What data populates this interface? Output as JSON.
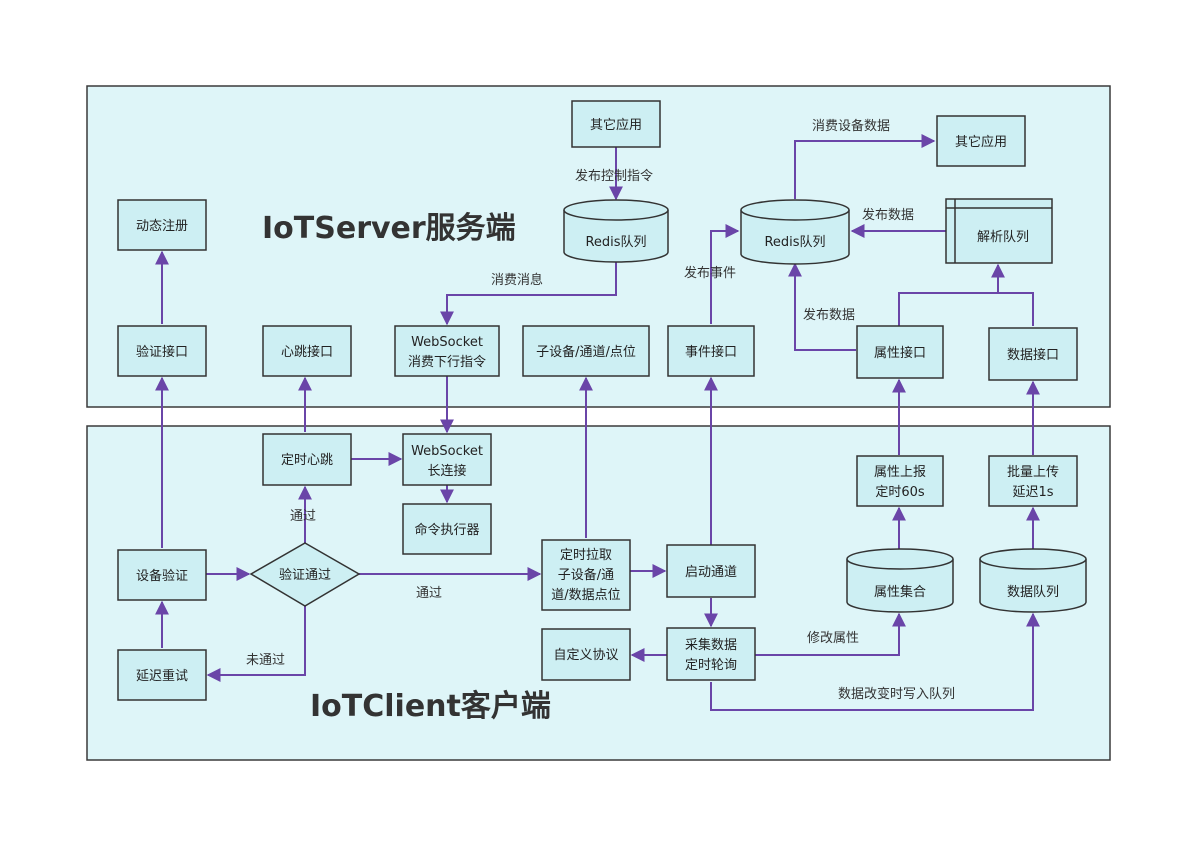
{
  "titles": {
    "server": "IoTServer服务端",
    "client": "IoTClient客户端"
  },
  "nodes": {
    "other_app_top": "其它应用",
    "redis_queue_left": "Redis队列",
    "dynamic_register": "动态注册",
    "verify_api": "验证接口",
    "heartbeat_api": "心跳接口",
    "ws_consume": [
      "WebSocket",
      "消费下行指令"
    ],
    "subdevice_api": "子设备/通道/点位",
    "event_api": "事件接口",
    "redis_queue_right": "Redis队列",
    "other_app_right": "其它应用",
    "parse_queue": "解析队列",
    "property_api": "属性接口",
    "data_api": "数据接口",
    "timed_heartbeat": "定时心跳",
    "ws_long": [
      "WebSocket",
      "长连接"
    ],
    "cmd_executor": "命令执行器",
    "device_verify": "设备验证",
    "verify_pass": "验证通过",
    "delay_retry": "延迟重试",
    "timed_pull": [
      "定时拉取",
      "子设备/通",
      "道/数据点位"
    ],
    "start_channel": "启动通道",
    "collect_data": [
      "采集数据",
      "定时轮询"
    ],
    "custom_protocol": "自定义协议",
    "property_report": [
      "属性上报",
      "定时60s"
    ],
    "property_set": "属性集合",
    "batch_upload": [
      "批量上传",
      "延迟1s"
    ],
    "data_queue": "数据队列"
  },
  "edges": {
    "publish_control": "发布控制指令",
    "consume_msg": "消费消息",
    "publish_event": "发布事件",
    "consume_device_data": "消费设备数据",
    "publish_data_top": "发布数据",
    "publish_data_mid": "发布数据",
    "pass_up": "通过",
    "pass_right": "通过",
    "not_pass": "未通过",
    "modify_property": "修改属性",
    "write_queue": "数据改变时写入队列"
  },
  "colors": {
    "panel_fill": "#def5f8",
    "box_fill": "#cdeff3",
    "edge": "#6a45a8"
  }
}
